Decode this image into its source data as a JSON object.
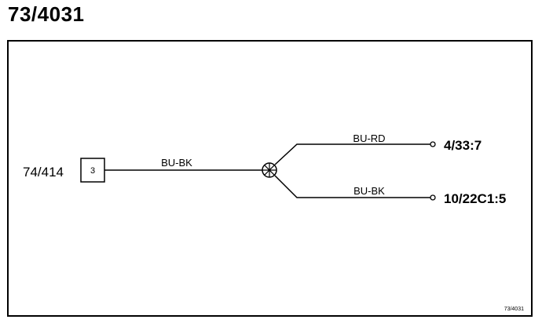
{
  "title": "73/4031",
  "source_connector": {
    "label": "74/414",
    "pin": "3"
  },
  "wires": {
    "main": "BU-BK",
    "upper": "BU-RD",
    "lower": "BU-BK"
  },
  "destinations": {
    "upper": "4/33:7",
    "lower": "10/22C1:5"
  },
  "footer_ref": "73/4031",
  "colors": {
    "line": "#000000",
    "background": "#ffffff"
  }
}
